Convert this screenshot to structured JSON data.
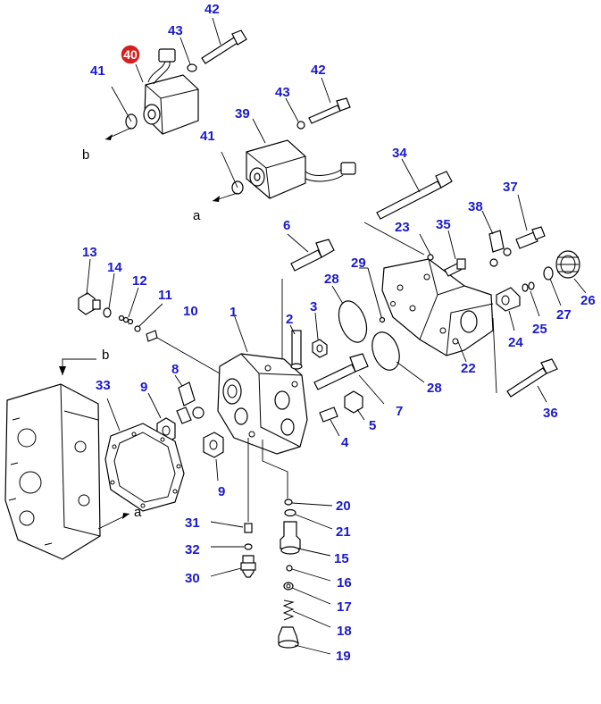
{
  "colors": {
    "label": "#1a1acc",
    "highlight": "#d62020",
    "line": "#000000"
  },
  "highlighted_part": "40",
  "callouts": {
    "a": "a",
    "b": "b"
  },
  "labels": {
    "p1": "1",
    "p2": "2",
    "p3": "3",
    "p4": "4",
    "p5": "5",
    "p6": "6",
    "p7": "7",
    "p8": "8",
    "p9a": "9",
    "p9b": "9",
    "p10": "10",
    "p11": "11",
    "p12": "12",
    "p13": "13",
    "p14": "14",
    "p15": "15",
    "p16": "16",
    "p17": "17",
    "p18": "18",
    "p19": "19",
    "p20": "20",
    "p21": "21",
    "p22": "22",
    "p23": "23",
    "p24": "24",
    "p25": "25",
    "p26": "26",
    "p27": "27",
    "p28a": "28",
    "p28b": "28",
    "p29": "29",
    "p30": "30",
    "p31": "31",
    "p32": "32",
    "p33": "33",
    "p34": "34",
    "p35": "35",
    "p36": "36",
    "p37": "37",
    "p38": "38",
    "p39": "39",
    "p41a": "41",
    "p41b": "41",
    "p42a": "42",
    "p42b": "42",
    "p43a": "43",
    "p43b": "43"
  }
}
